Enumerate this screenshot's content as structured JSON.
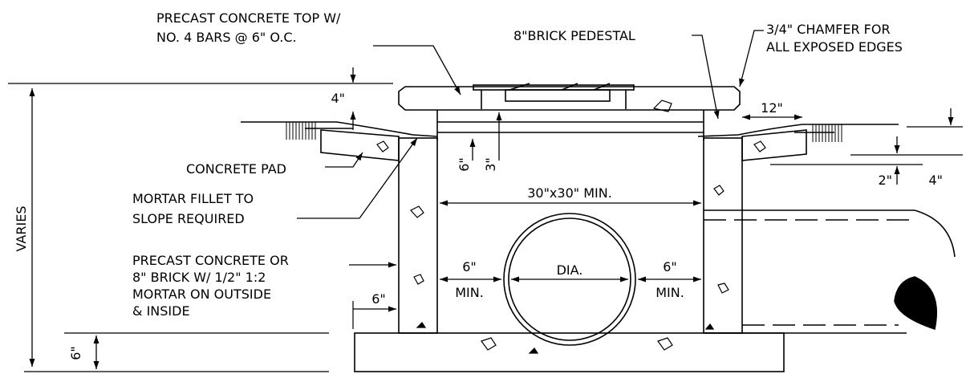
{
  "labels": {
    "precast_top_line1": "PRECAST CONCRETE TOP W/",
    "precast_top_line2": "NO. 4 BARS @ 6\" O.C.",
    "brick_pedestal": "8\"BRICK PEDESTAL",
    "chamfer_line1": "3/4\" CHAMFER FOR",
    "chamfer_line2": "ALL EXPOSED EDGES",
    "concrete_pad": "CONCRETE PAD",
    "mortar_line1": "MORTAR FILLET TO",
    "mortar_line2": "SLOPE REQUIRED",
    "wall_line1": "PRECAST CONCRETE OR",
    "wall_line2": "8\" BRICK W/ 1/2\" 1:2",
    "wall_line3": "MORTAR ON OUTSIDE",
    "wall_line4": "& INSIDE",
    "varies": "VARIES",
    "dia": "DIA.",
    "min_left": "MIN.",
    "min_right": "MIN."
  },
  "dimensions": {
    "top_4": "4\"",
    "pad_12": "12\"",
    "dim_6_vert": "6\"",
    "dim_3_vert": "3\"",
    "inside_30x30": "30\"x30\" MIN.",
    "right_2": "2\"",
    "right_4": "4\"",
    "clear_left_6": "6\"",
    "clear_right_6": "6\"",
    "wall_6": "6\"",
    "base_6": "6\""
  },
  "colors": {
    "line": "#000000",
    "background": "#ffffff"
  }
}
